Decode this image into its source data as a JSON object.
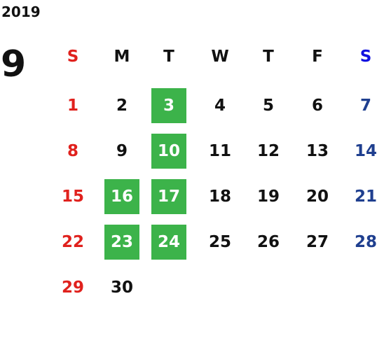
{
  "calendar": {
    "year": "2019",
    "month": "9",
    "weekdays": [
      "S",
      "M",
      "T",
      "W",
      "T",
      "F",
      "S"
    ],
    "weeks": [
      [
        "",
        "",
        "",
        "",
        "",
        "",
        ""
      ],
      [
        "1",
        "2",
        "3",
        "4",
        "5",
        "6",
        "7"
      ],
      [
        "8",
        "9",
        "10",
        "11",
        "12",
        "13",
        "14"
      ],
      [
        "15",
        "16",
        "17",
        "18",
        "19",
        "20",
        "21"
      ],
      [
        "22",
        "23",
        "24",
        "25",
        "26",
        "27",
        "28"
      ],
      [
        "29",
        "30",
        "",
        "",
        "",
        "",
        ""
      ]
    ],
    "highlighted_days": [
      "3",
      "10",
      "16",
      "17",
      "23",
      "24"
    ],
    "colors": {
      "text": "#111111",
      "sunday": "#e0211d",
      "saturday": "#1f3f8f",
      "saturday_header": "#1010e0",
      "highlight_bg": "#3cb34a",
      "highlight_text": "#ffffff"
    }
  }
}
